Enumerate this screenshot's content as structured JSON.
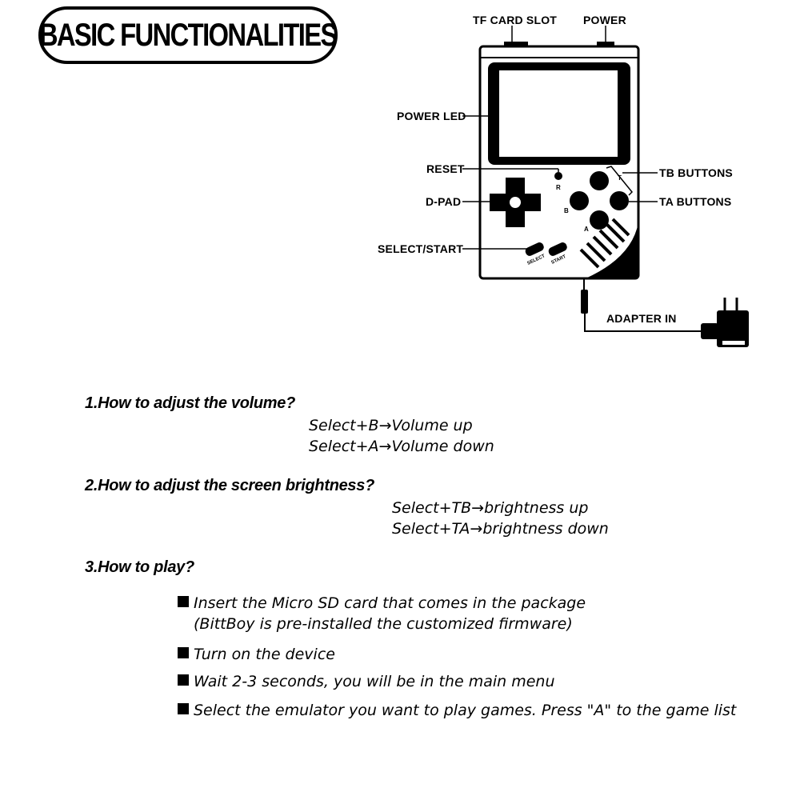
{
  "title": "BASIC FUNCTIONALITIES",
  "diagram": {
    "labels": {
      "tf_card_slot": "TF CARD SLOT",
      "power": "POWER",
      "power_led": "POWER LED",
      "reset": "RESET",
      "d_pad": "D-PAD",
      "select_start": "SELECT/START",
      "tb_buttons": "TB BUTTONS",
      "ta_buttons": "TA BUTTONS",
      "adapter_in": "ADAPTER IN"
    },
    "button_letters": {
      "r": "R",
      "t": "T",
      "b": "B",
      "a": "A"
    },
    "select_label": "SELECT",
    "start_label": "START"
  },
  "sections": [
    {
      "heading": "1.How to adjust the volume?",
      "lines": [
        "Select+B→Volume up",
        "Select+A→Volume down"
      ]
    },
    {
      "heading": "2.How to adjust the screen brightness?",
      "lines": [
        "Select+TB→brightness up",
        "Select+TA→brightness down"
      ]
    },
    {
      "heading": "3.How to play?",
      "bullets": [
        "Insert the Micro SD card that comes in the package\n(BittBoy is pre-installed the customized firmware)",
        "Turn on the device",
        "Wait 2-3 seconds, you will be in the main menu",
        "Select the emulator you want to play games. Press \"A\" to the game list"
      ]
    }
  ]
}
